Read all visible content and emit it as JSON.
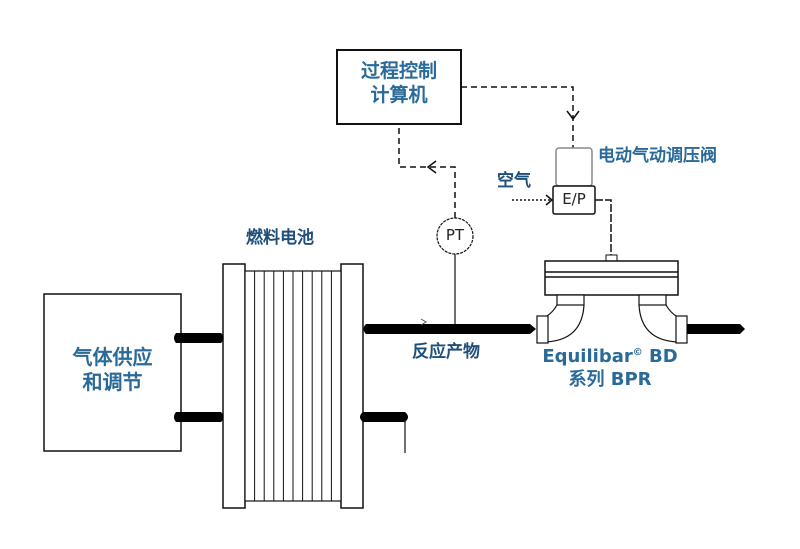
{
  "diagram": {
    "title": "",
    "nodes": {
      "computer": {
        "line1": "过程控制",
        "line2": "计算机"
      },
      "valve_actuator": {
        "label": "电动气动调压阀"
      },
      "air": {
        "label": "空气"
      },
      "ep": {
        "label": "E/P"
      },
      "pt": {
        "label": "PT"
      },
      "fuel_cell": {
        "label": "燃料电池"
      },
      "gas_supply": {
        "line1": "气体供应",
        "line2": "和调节"
      },
      "product": {
        "label": "反应产物"
      },
      "bpr": {
        "line1": "Equilibar",
        "sup": "©",
        "line1b": " BD",
        "line2": "系列 BPR"
      }
    },
    "colors": {
      "label_blue": "#2a6a99",
      "line": "#111111",
      "pipe": "#000000"
    }
  }
}
